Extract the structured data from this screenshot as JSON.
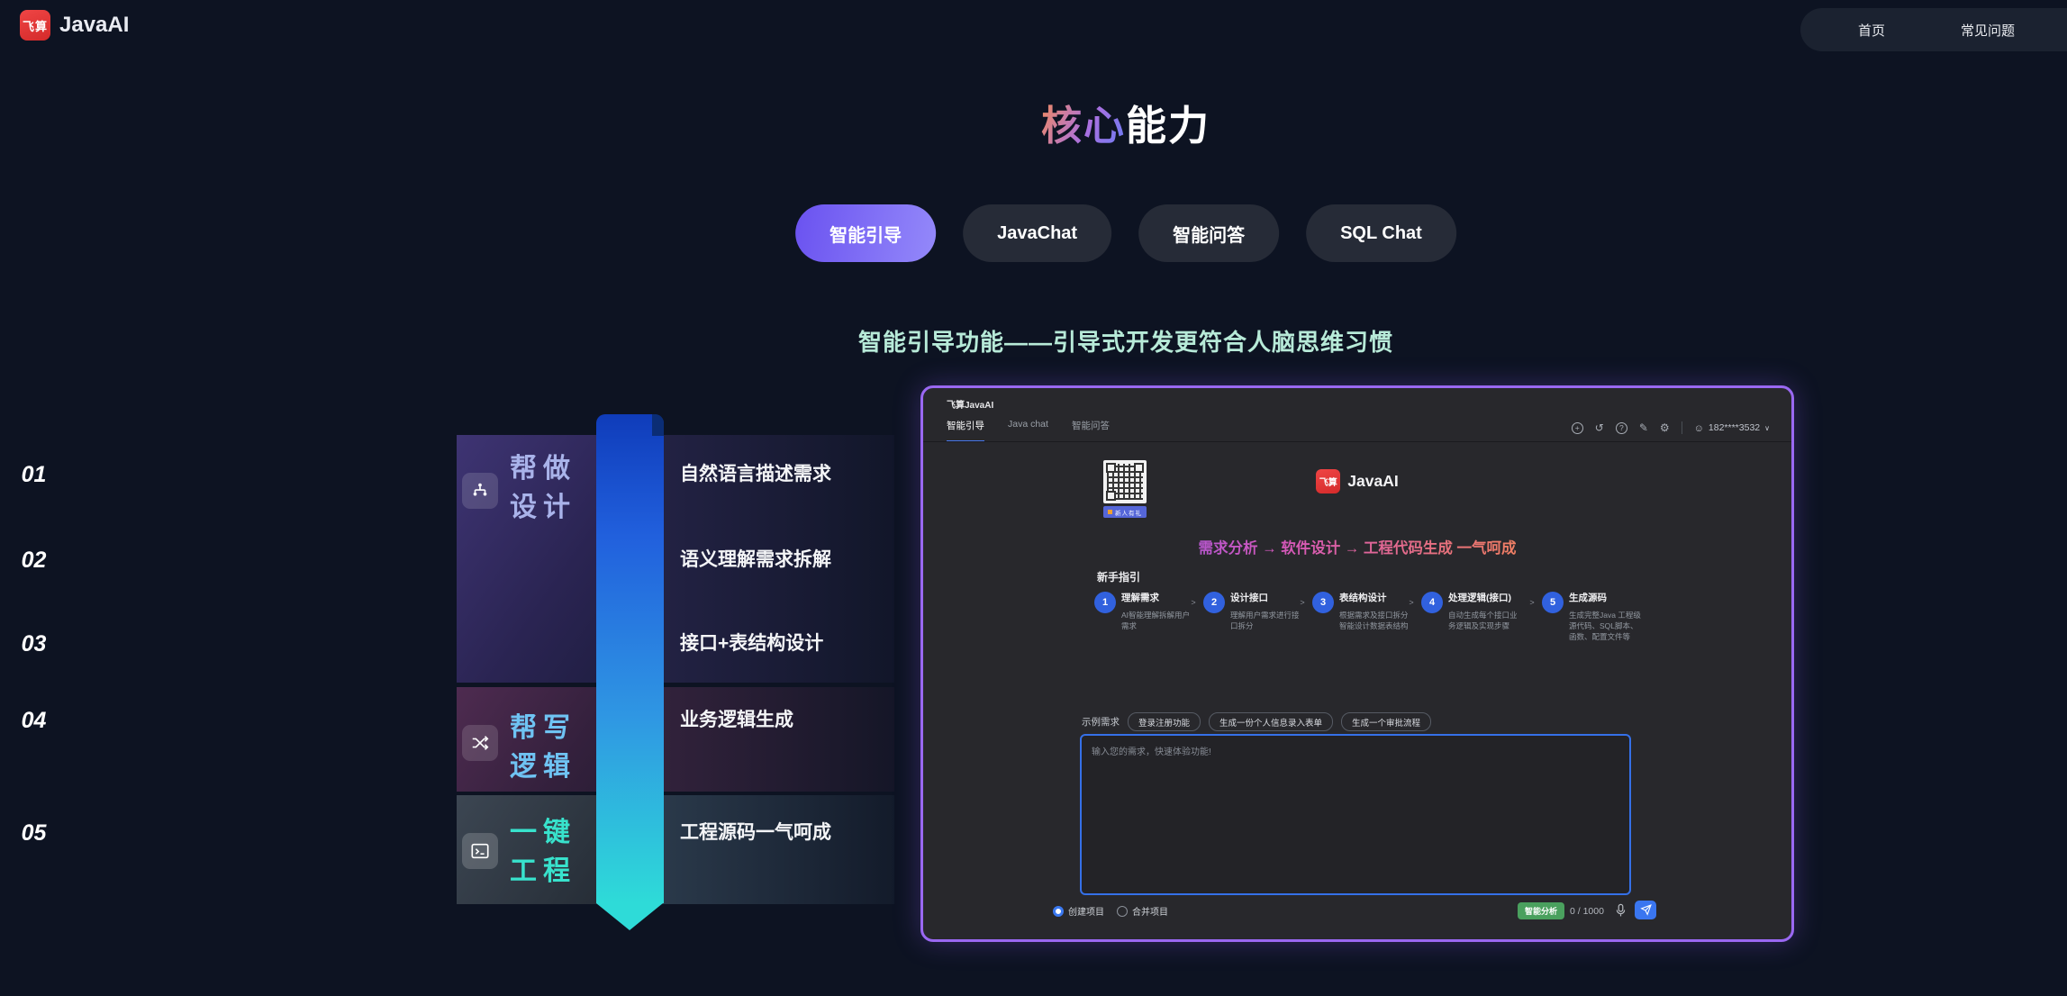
{
  "header": {
    "logo_badge": "飞算",
    "logo_text": "JavaAI",
    "nav": [
      {
        "label": "首页"
      },
      {
        "label": "常见问题"
      }
    ]
  },
  "section": {
    "title_accent": "核心",
    "title_rest": "能力",
    "tabs": [
      {
        "label": "智能引导",
        "active": true
      },
      {
        "label": "JavaChat",
        "active": false
      },
      {
        "label": "智能问答",
        "active": false
      },
      {
        "label": "SQL Chat",
        "active": false
      }
    ],
    "subtitle": "智能引导功能——引导式开发更符合人脑思维习惯"
  },
  "timeline": {
    "categories": [
      {
        "line1": "帮做",
        "line2": "设计",
        "icon": "sitemap-icon",
        "text_color": "#a9b3ea"
      },
      {
        "line1": "帮写",
        "line2": "逻辑",
        "icon": "shuffle-icon",
        "text_color": "#6fc3f3"
      },
      {
        "line1": "一键",
        "line2": "工程",
        "icon": "terminal-icon",
        "text_color": "#38e2cc"
      }
    ],
    "steps": [
      {
        "num": "01",
        "label": "自然语言描述需求"
      },
      {
        "num": "02",
        "label": "语义理解需求拆解"
      },
      {
        "num": "03",
        "label": "接口+表结构设计"
      },
      {
        "num": "04",
        "label": "业务逻辑生成"
      },
      {
        "num": "05",
        "label": "工程源码一气呵成"
      }
    ],
    "ribbon_colors": [
      "#0f3cba",
      "#2160dd",
      "#2f97e3",
      "#2edbd8"
    ]
  },
  "app_window": {
    "title": "飞算JavaAI",
    "tabs": [
      {
        "label": "智能引导",
        "active": true
      },
      {
        "label": "Java chat",
        "active": false
      },
      {
        "label": "智能问答",
        "active": false
      }
    ],
    "toolbar_icons": [
      "plus-circle-icon",
      "history-icon",
      "help-circle-icon",
      "edit-icon",
      "settings-gear-icon"
    ],
    "account": {
      "phone": "182****3532",
      "icons": [
        "user-avatar-icon",
        "chevron-down-icon"
      ]
    },
    "qr_caption": "新人有礼",
    "logo_badge": "飞算",
    "logo_text": "JavaAI",
    "flow_text": "需求分析 → 软件设计 → 工程代码生成 一气呵成",
    "guide": {
      "title": "新手指引",
      "step_separator": ">",
      "steps": [
        {
          "num": "1",
          "title": "理解需求",
          "desc": "AI智能理解拆解用户需求"
        },
        {
          "num": "2",
          "title": "设计接口",
          "desc": "理解用户需求进行接口拆分"
        },
        {
          "num": "3",
          "title": "表结构设计",
          "desc": "根据需求及接口拆分智能设计数据表结构"
        },
        {
          "num": "4",
          "title": "处理逻辑(接口)",
          "desc": "自动生成每个接口业务逻辑及实现步骤"
        },
        {
          "num": "5",
          "title": "生成源码",
          "desc": "生成完整Java 工程级源代码、SQL脚本、函数、配置文件等"
        }
      ]
    },
    "examples": {
      "label": "示例需求",
      "items": [
        "登录注册功能",
        "生成一份个人信息录入表单",
        "生成一个审批流程"
      ]
    },
    "input": {
      "placeholder": "输入您的需求，快速体验功能!"
    },
    "footer": {
      "radio_create": "创建项目",
      "radio_merge": "合并项目",
      "analyze_button": "智能分析",
      "counter": "0 / 1000",
      "icons": [
        "mic-icon",
        "send-icon"
      ]
    },
    "accent_border": "#9a68f2"
  },
  "colors": {
    "page_bg": "#0d1322",
    "active_tab_gradient": [
      "#6a52f0",
      "#9489fa"
    ],
    "subtitle_color": "#b7ead8",
    "analyze_green": "#4aa05e",
    "send_blue": "#3a76f0"
  }
}
